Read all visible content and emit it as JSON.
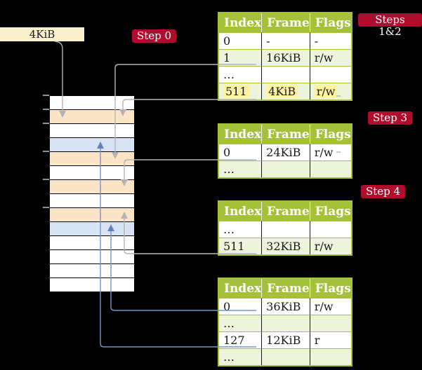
{
  "palette": {
    "background": "#000000",
    "badge_red": "#b00c2e",
    "badge_text": "#ffffff",
    "table_header_green": "#a5c13a",
    "table_row_light_green": "#eef3dc",
    "table_row_white": "#ffffff",
    "highlight_yellow": "#fcf4a0",
    "memory_orange": "#fce4c7",
    "memory_blue": "#d8e4f3",
    "label_cream": "#fbf0cd",
    "gray_arrow": "#b4b4b4",
    "blue_arrow": "#6583b8",
    "tick_gray": "#949494"
  },
  "root_pointer": {
    "text": "4KiB"
  },
  "badges": [
    {
      "text": "Step 0"
    },
    {
      "text": "Steps 1&2"
    },
    {
      "text": "Step 3"
    },
    {
      "text": "Step 4"
    }
  ],
  "memory_stack": {
    "rows": [
      "white",
      "orange",
      "white",
      "blue",
      "orange",
      "white",
      "orange",
      "white",
      "orange",
      "blue",
      "white",
      "white",
      "white",
      "white"
    ]
  },
  "tables": [
    {
      "name": "level-4-table",
      "headers": [
        "Index",
        "Frame",
        "Flags"
      ],
      "rows": [
        {
          "cells": [
            "0",
            "-",
            "-"
          ]
        },
        {
          "cells": [
            "1",
            "16KiB",
            "r/w"
          ]
        },
        {
          "cells": [
            "…",
            "",
            ""
          ]
        },
        {
          "cells": [
            "511",
            "4KiB",
            "r/w"
          ],
          "highlighted": true
        }
      ]
    },
    {
      "name": "level-3-table",
      "headers": [
        "Index",
        "Frame",
        "Flags"
      ],
      "rows": [
        {
          "cells": [
            "0",
            "24KiB",
            "r/w"
          ]
        },
        {
          "cells": [
            "…",
            "",
            ""
          ]
        }
      ]
    },
    {
      "name": "level-2-table",
      "headers": [
        "Index",
        "Frame",
        "Flags"
      ],
      "rows": [
        {
          "cells": [
            "…",
            "",
            ""
          ]
        },
        {
          "cells": [
            "511",
            "32KiB",
            "r/w"
          ]
        }
      ]
    },
    {
      "name": "level-1-table",
      "headers": [
        "Index",
        "Frame",
        "Flags"
      ],
      "rows": [
        {
          "cells": [
            "0",
            "36KiB",
            "r/w"
          ]
        },
        {
          "cells": [
            "…",
            "",
            ""
          ]
        },
        {
          "cells": [
            "127",
            "12KiB",
            "r"
          ]
        },
        {
          "cells": [
            "…",
            "",
            ""
          ]
        }
      ]
    }
  ]
}
